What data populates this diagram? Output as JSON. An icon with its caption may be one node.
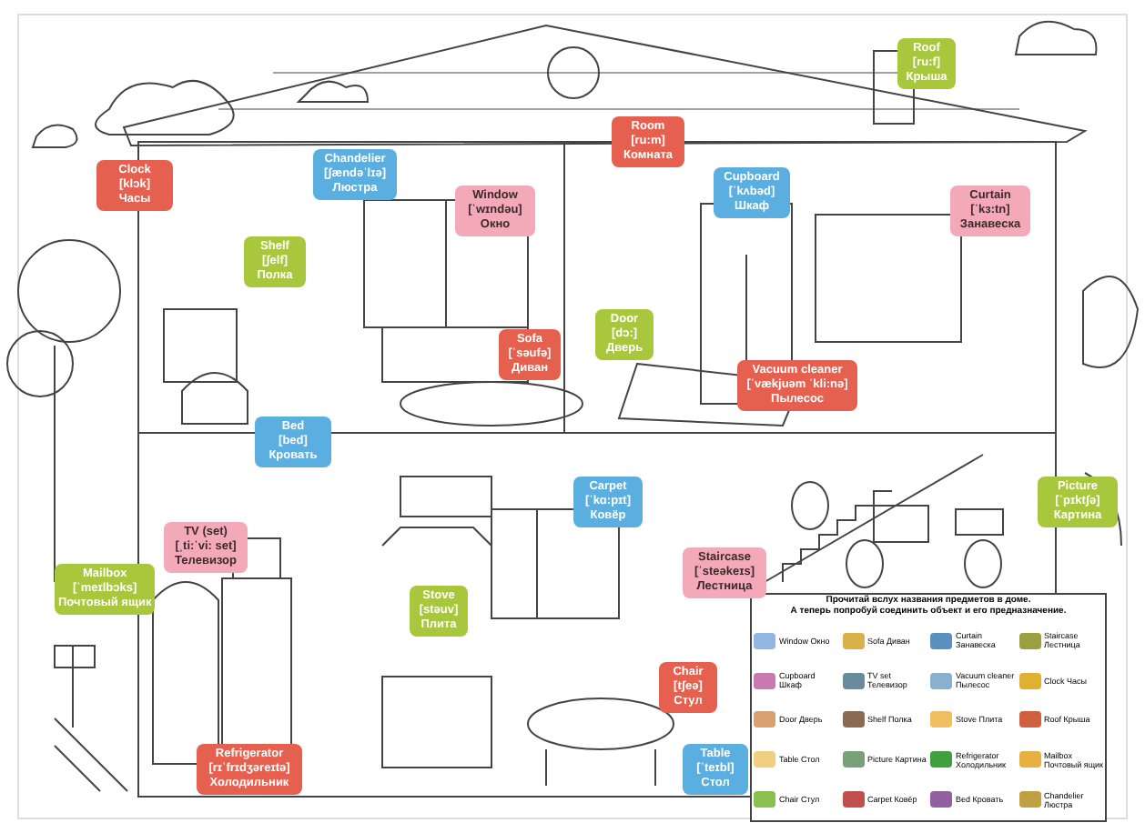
{
  "diagram": {
    "nodes": [
      {
        "text": [
          "Clock",
          "[klɔk]",
          "Часы"
        ]
      },
      {
        "text": [
          "Chandelier",
          "[ʃændəˈlɪə]",
          "Люстра"
        ]
      },
      {
        "text": [
          "Window",
          "[ˈwɪndəu]",
          "Окно"
        ]
      },
      {
        "text": [
          "Shelf",
          "[ʃelf]",
          "Полка"
        ]
      },
      {
        "text": [
          "Sofa",
          "[ˈsəufə]",
          "Диван"
        ]
      },
      {
        "text": [
          "Bed",
          "[bed]",
          "Кровать"
        ]
      },
      {
        "text": [
          "Roof",
          "[ru:f]",
          "Крыша"
        ]
      },
      {
        "text": [
          "Room",
          "[ru:m]",
          "Комната"
        ]
      },
      {
        "text": [
          "Cupboard",
          "[ˈkʌbəd]",
          "Шкаф"
        ]
      },
      {
        "text": [
          "Curtain",
          "[ˈkɜ:tn]",
          "Занавеска"
        ]
      },
      {
        "text": [
          "Door",
          "[dɔ:]",
          "Дверь"
        ]
      },
      {
        "text": [
          "Vacuum cleaner",
          "[ˈvækjuəm ˈkli:nə]",
          "Пылесос"
        ]
      },
      {
        "text": [
          "Carpet",
          "[ˈkɑ:pɪt]",
          "Ковёр"
        ]
      },
      {
        "text": [
          "Picture",
          "[ˈpɪktʃə]",
          "Картина"
        ]
      },
      {
        "text": [
          "Staircase",
          "[ˈsteəkeɪs]",
          "Лестница"
        ]
      },
      {
        "text": [
          "TV (set)",
          "[ˌti:ˈvi: set]",
          "Телевизор"
        ]
      },
      {
        "text": [
          "Mailbox",
          "[ˈmeɪlbɔks]",
          "Почтовый ящик"
        ]
      },
      {
        "text": [
          "Stove",
          "[stəuv]",
          "Плита"
        ]
      },
      {
        "text": [
          "Refrigerator",
          "[rɪˈfrɪdʒəreɪtə]",
          "Холодильник"
        ]
      },
      {
        "text": [
          "Chair",
          "[tʃeə]",
          "Стул"
        ]
      },
      {
        "text": [
          "Table",
          "[ˈteɪbl]",
          "Стол"
        ]
      }
    ],
    "labels": [
      "Прочитай вслух названия предметов в доме.",
      "А теперь попробуй соединить объект и его предназначение.",
      "Window Окно",
      "Sofa Диван",
      "Curtain Занавеска",
      "Staircase Лестница",
      "Cupboard Шкаф",
      "TV set Телевизор",
      "Vacuum cleaner Пылесос",
      "Clock Часы",
      "Door Дверь",
      "Shelf Полка",
      "Stove Плита",
      "Roof Крыша",
      "Table Стол",
      "Picture Картина",
      "Refrigerator Холодильник",
      "Mailbox Почтовый ящик",
      "Chair Стул",
      "Carpet Ковёр",
      "Bed Кровать",
      "Chandelier Люстра"
    ]
  }
}
